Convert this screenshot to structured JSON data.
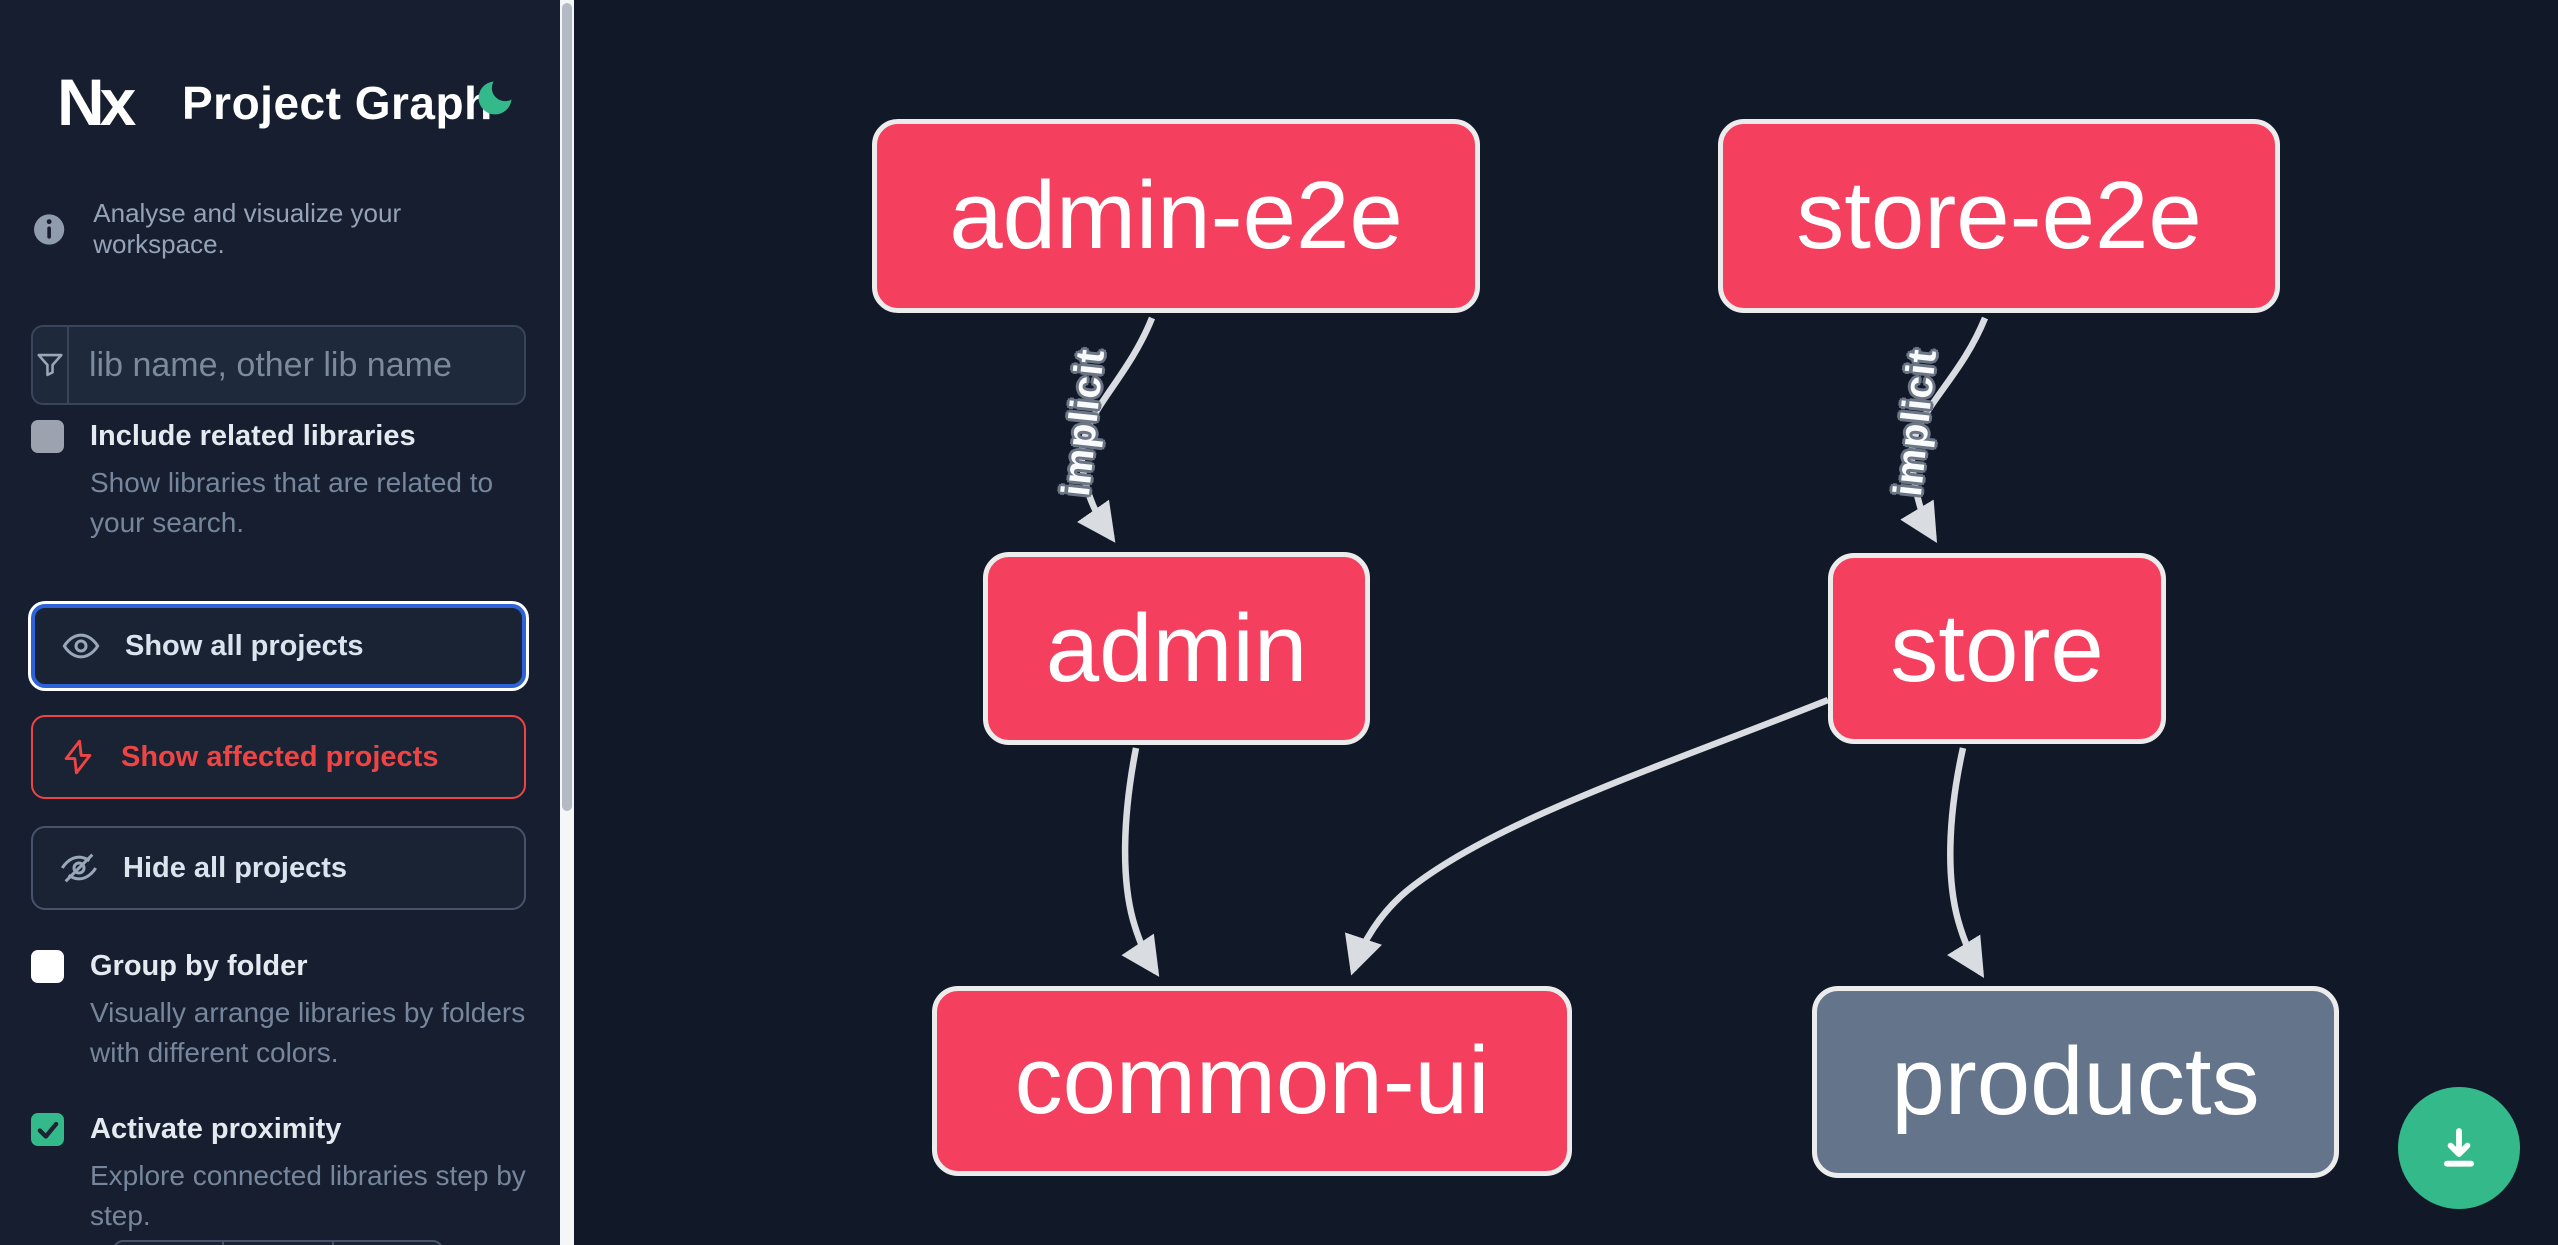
{
  "header": {
    "logo_text": "Nx",
    "title": "Project Graph",
    "theme_icon": "moon"
  },
  "sidebar": {
    "info_text": "Analyse and visualize your workspace.",
    "search": {
      "placeholder": "lib name, other lib name"
    },
    "options": [
      {
        "label": "Include related libraries",
        "description": "Show libraries that are related to your search.",
        "checked": false
      },
      {
        "label": "Group by folder",
        "description": "Visually arrange libraries by folders with different colors.",
        "checked": false
      },
      {
        "label": "Activate proximity",
        "description": "Explore connected libraries step by step.",
        "checked": true
      }
    ],
    "buttons": [
      {
        "label": "Show all projects",
        "icon": "eye",
        "state": "focused"
      },
      {
        "label": "Show affected projects",
        "icon": "bolt",
        "state": "danger"
      },
      {
        "label": "Hide all projects",
        "icon": "eye-off",
        "state": "default"
      }
    ]
  },
  "graph": {
    "nodes": [
      {
        "id": "admin-e2e",
        "label": "admin-e2e",
        "color": "pink"
      },
      {
        "id": "store-e2e",
        "label": "store-e2e",
        "color": "pink"
      },
      {
        "id": "admin",
        "label": "admin",
        "color": "pink"
      },
      {
        "id": "store",
        "label": "store",
        "color": "pink"
      },
      {
        "id": "common-ui",
        "label": "common-ui",
        "color": "pink"
      },
      {
        "id": "products",
        "label": "products",
        "color": "gray"
      }
    ],
    "edges": [
      {
        "from": "admin-e2e",
        "to": "admin",
        "label": "implicit"
      },
      {
        "from": "store-e2e",
        "to": "store",
        "label": "implicit"
      },
      {
        "from": "admin",
        "to": "common-ui",
        "label": ""
      },
      {
        "from": "store",
        "to": "common-ui",
        "label": ""
      },
      {
        "from": "store",
        "to": "products",
        "label": ""
      }
    ]
  },
  "fab": {
    "icon": "download"
  },
  "colors": {
    "bg-canvas": "#111929",
    "bg-sidebar": "#161e2f",
    "node-pink": "#f43f5e",
    "node-gray": "#64748b",
    "node-border": "#ececec",
    "edge": "#d9dce1",
    "accent-green": "#34b98b",
    "accent-blue": "#2e62d9",
    "accent-red": "#ef4444",
    "text-muted": "#94a3b8",
    "input-bg": "#1e293b",
    "input-border": "#39455a",
    "scroll-track": "#f4f6f8",
    "scroll-thumb": "#b3bac3"
  }
}
